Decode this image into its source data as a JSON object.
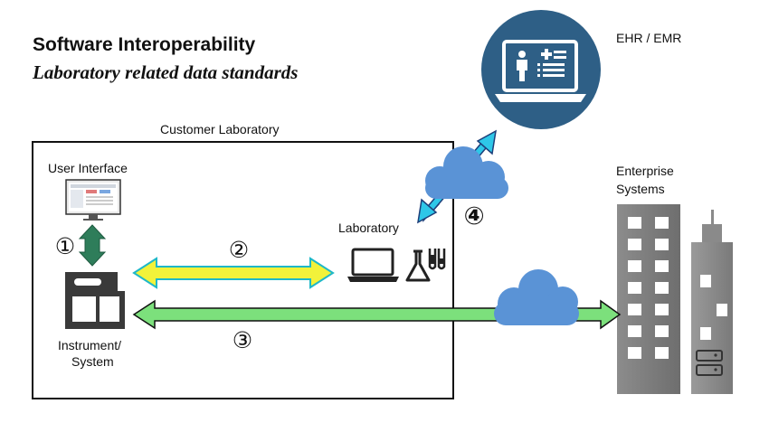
{
  "title": "Software Interoperability",
  "subtitle": "Laboratory related data standards",
  "labels": {
    "customer_lab": "Customer Laboratory",
    "user_interface": "User Interface",
    "instrument_line1": "Instrument/",
    "instrument_line2": "System",
    "laboratory": "Laboratory",
    "ehr": "EHR / EMR",
    "enterprise_line1": "Enterprise",
    "enterprise_line2": "Systems"
  },
  "markers": {
    "m1": "①",
    "m2": "②",
    "m3": "③",
    "m4": "④"
  },
  "icons": [
    "monitor-icon",
    "instrument-icon",
    "laptop-icon",
    "flask-icon",
    "test-tubes-icon",
    "cloud-icon",
    "ehr-laptop-icon",
    "building-icon"
  ]
}
